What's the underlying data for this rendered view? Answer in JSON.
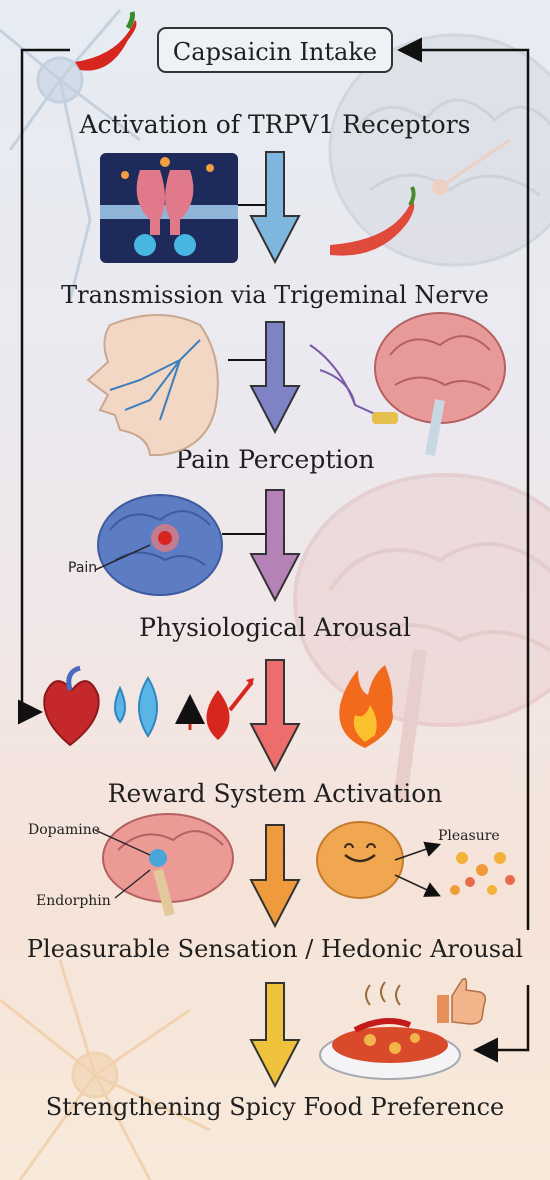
{
  "steps": {
    "intake": "Capsaicin Intake",
    "trpv1": "Activation of TRPV1 Receptors",
    "trigeminal": "Transmission via Trigeminal Nerve",
    "pain": "Pain Perception",
    "arousal": "Physiological Arousal",
    "reward": "Reward System Activation",
    "pleasure": "Pleasurable Sensation / Hedonic Arousal",
    "preference": "Strengthening Spicy Food Preference"
  },
  "annotations": {
    "pain": "Pain",
    "dopamine": "Dopamine",
    "endorphin": "Endorphin",
    "pleasure": "Pleasure"
  },
  "colors": {
    "arrow_1": "#7fb6dd",
    "arrow_2": "#7d83c4",
    "arrow_3": "#b582b8",
    "arrow_4": "#ec6d6b",
    "arrow_5": "#ef9a3c",
    "arrow_6": "#efc23c"
  },
  "icons": [
    "chili-pepper-icon",
    "trpv1-receptor-icon",
    "face-nerve-icon",
    "brain-nerve-icon",
    "brain-pain-icon",
    "heart-icon",
    "sweat-drops-icon",
    "blood-pressure-icon",
    "flame-icon",
    "brain-dopamine-icon",
    "happy-brain-icon",
    "spicy-dish-icon",
    "thumbs-up-icon",
    "neuron-icon"
  ]
}
